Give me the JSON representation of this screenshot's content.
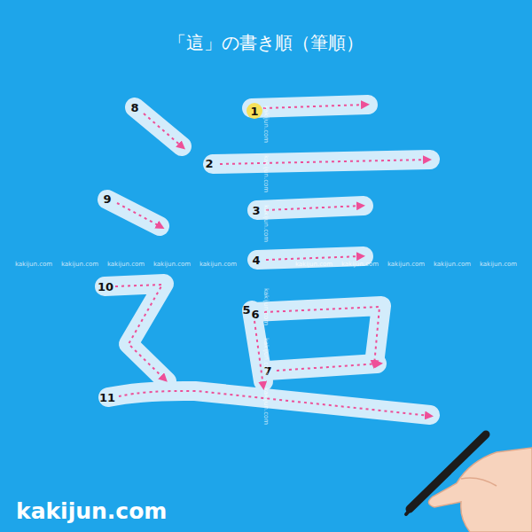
{
  "diagram": {
    "title": "「這」の書き順（筆順）",
    "labels": [
      "1",
      "2",
      "3",
      "4",
      "5",
      "6",
      "7",
      "8",
      "9",
      "10",
      "11",
      "kakijun.com",
      "kakijun.com",
      "kakijun.com",
      "kakijun.com",
      "kakijun.com",
      "kakijun.com",
      "kakijun.com",
      "kakijun.com",
      "kakijun.com",
      "kakijun.com",
      "kakijun.com",
      "kakijun.com",
      "kakijun.com",
      "kakijun.com",
      "kakijun.com",
      "kakijun.com",
      "kakijun.com"
    ]
  }
}
